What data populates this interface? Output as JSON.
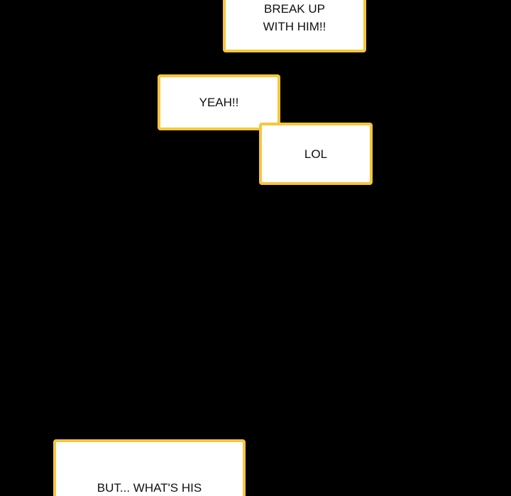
{
  "panel": {
    "background": "#000000",
    "border_color": "#f6c63c",
    "bubbles": [
      {
        "lines": [
          "BREAK UP",
          "WITH HIM!!"
        ]
      },
      {
        "lines": [
          "YEAH!!"
        ]
      },
      {
        "lines": [
          "LOL"
        ]
      },
      {
        "lines": [
          "BUT... WHAT'S HIS"
        ]
      }
    ]
  }
}
